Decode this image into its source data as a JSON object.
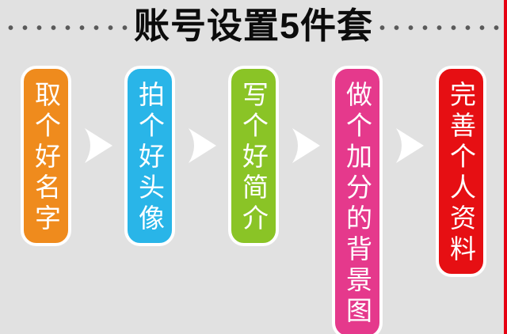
{
  "page": {
    "background_color": "#e1e1e1",
    "right_accent_color": "#e60012"
  },
  "header": {
    "title": "账号设置5件套",
    "title_color": "#0c0c0c",
    "dot_color": "#5a5a5a"
  },
  "steps": [
    {
      "label": "取个好名字",
      "color": "#ef8b1d"
    },
    {
      "label": "拍个好头像",
      "color": "#29b5e8"
    },
    {
      "label": "写个好简介",
      "color": "#8ac426"
    },
    {
      "label": "做个加分的背景图",
      "color": "#e5398c"
    },
    {
      "label": "完善个人资料",
      "color": "#e60f13"
    }
  ],
  "arrows": {
    "color": "#ffffff"
  }
}
